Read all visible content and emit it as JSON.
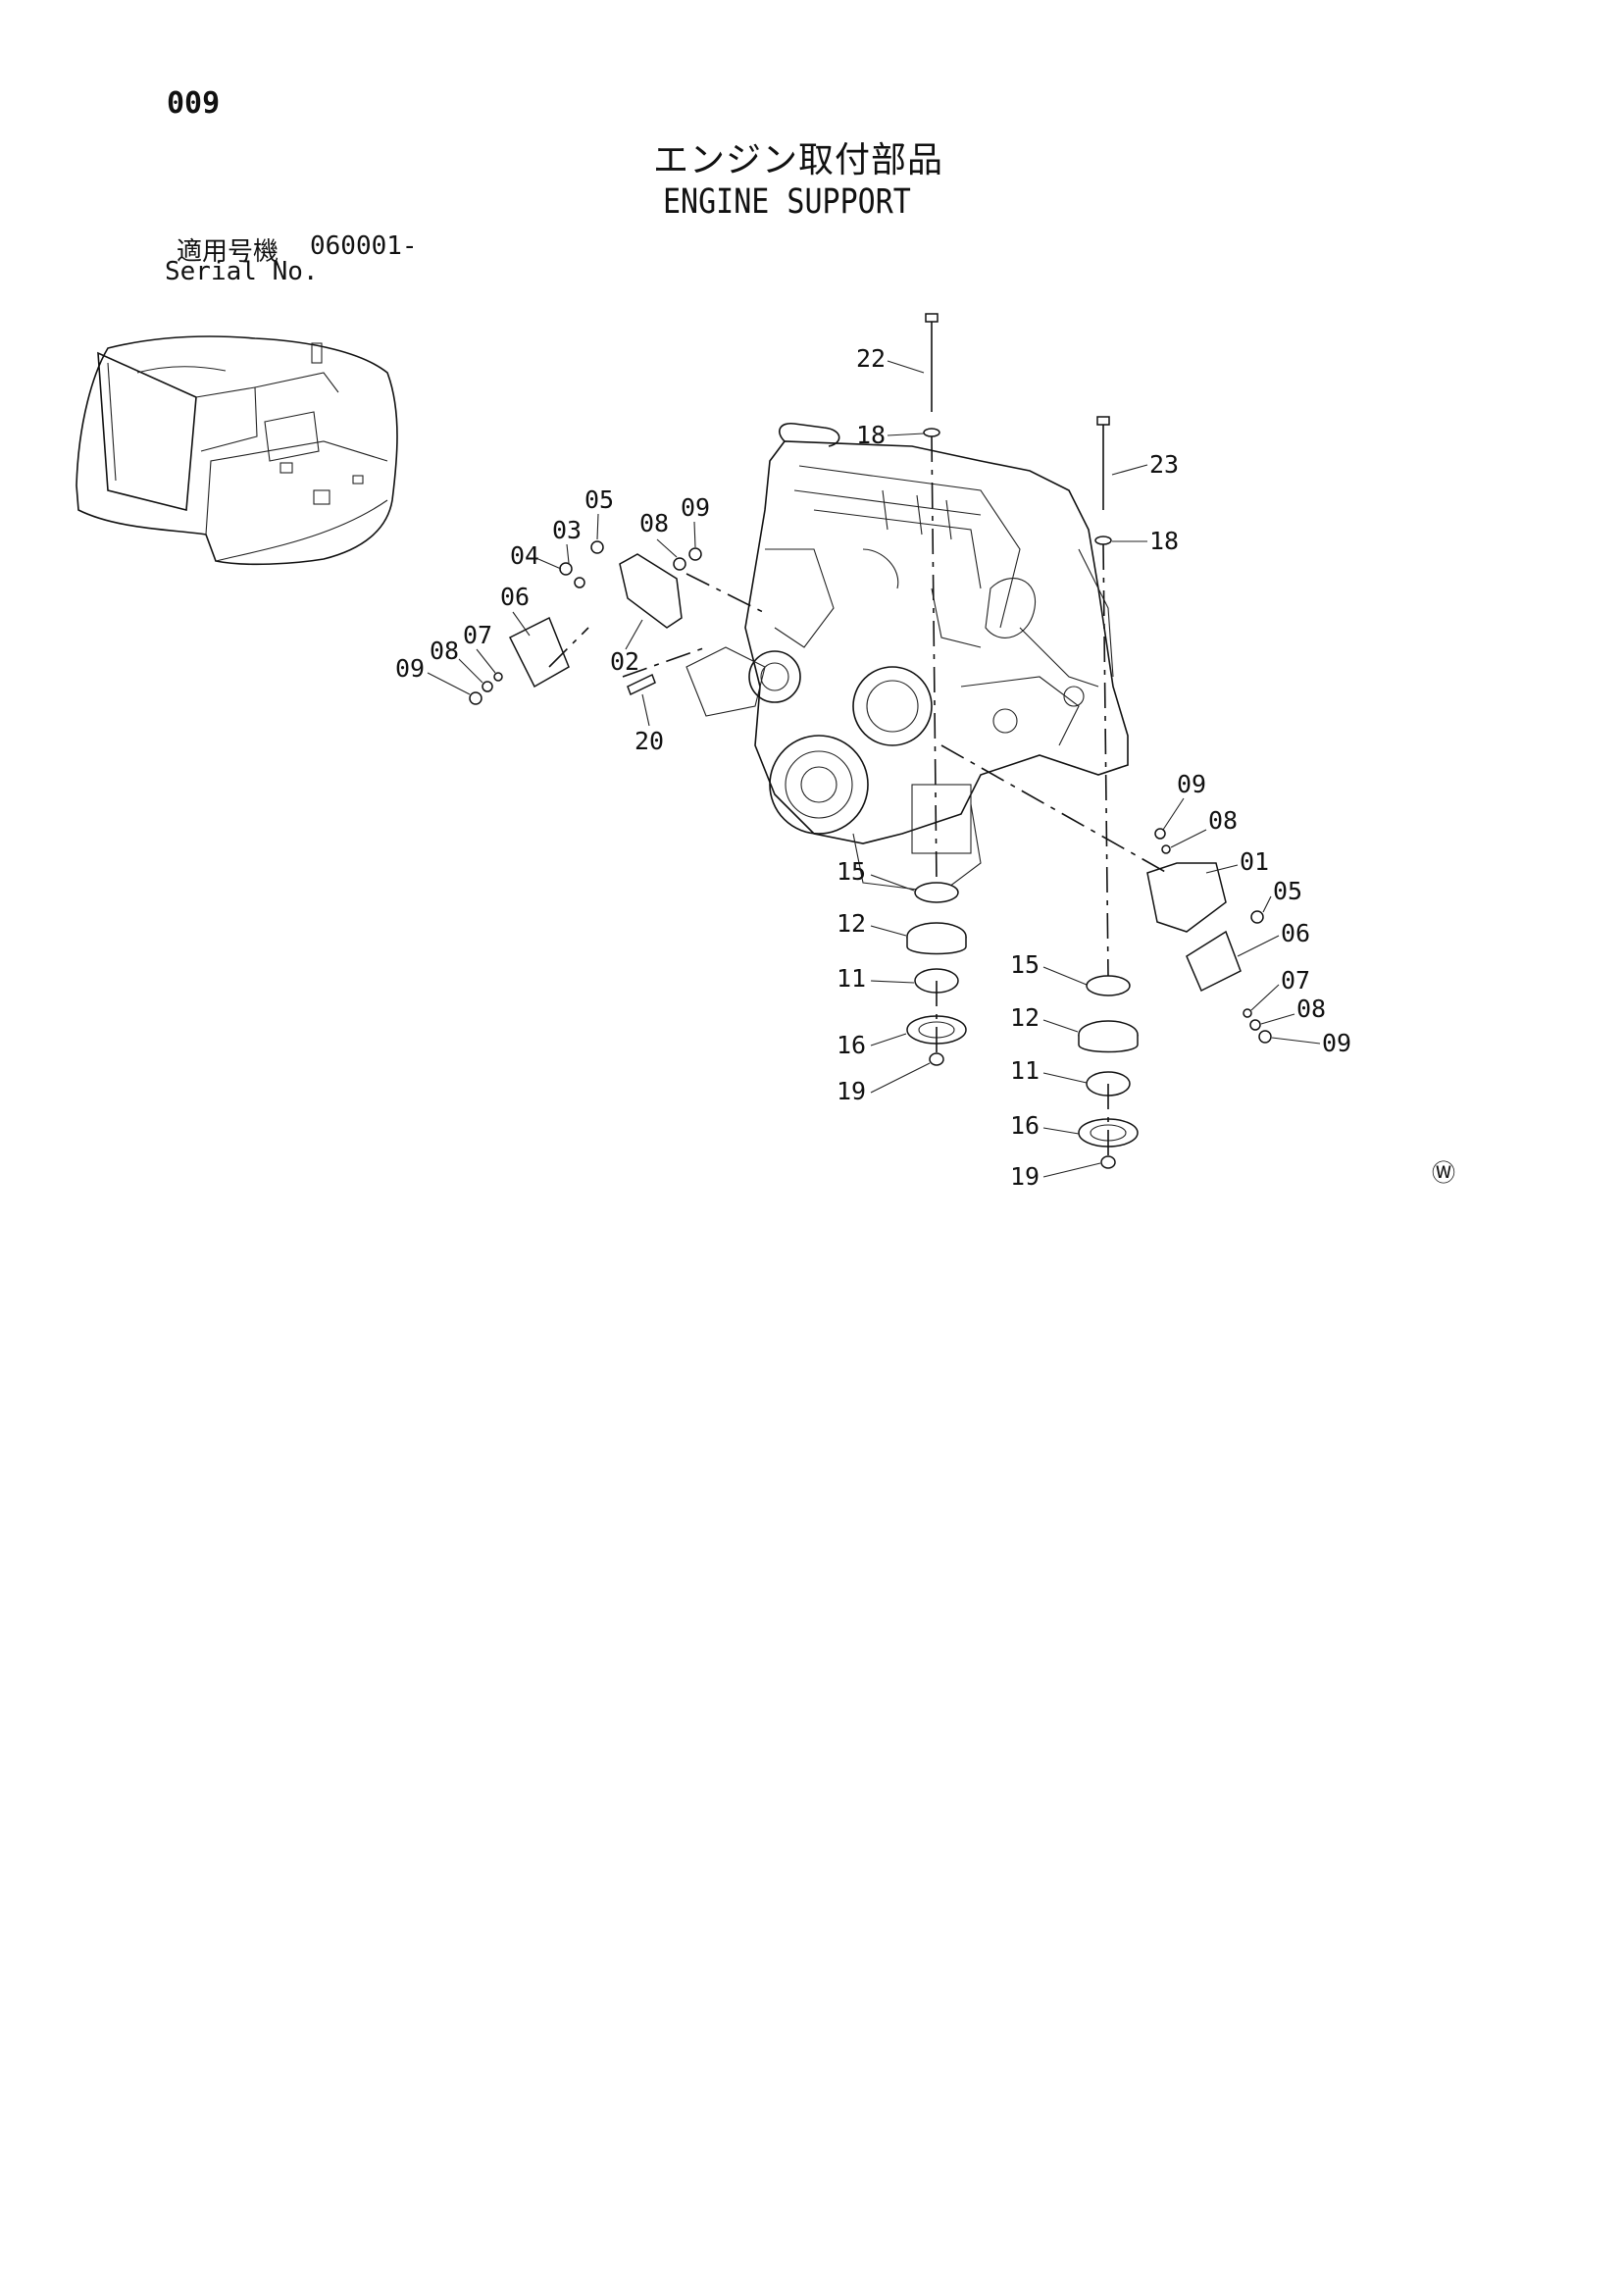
{
  "page_number": "009",
  "title_ja": "エンジン取付部品",
  "title_en": "ENGINE SUPPORT",
  "serial": {
    "label_ja": "適用号機",
    "value": "060001-",
    "label_en": "Serial No."
  },
  "watermark": "Ⓦ",
  "callouts": [
    "22",
    "18",
    "23",
    "18",
    "05",
    "03",
    "04",
    "08",
    "09",
    "06",
    "07",
    "08",
    "09",
    "02",
    "20",
    "09",
    "08",
    "01",
    "05",
    "06",
    "07",
    "08",
    "09",
    "15",
    "12",
    "11",
    "16",
    "19",
    "15",
    "12",
    "11",
    "16",
    "19"
  ]
}
